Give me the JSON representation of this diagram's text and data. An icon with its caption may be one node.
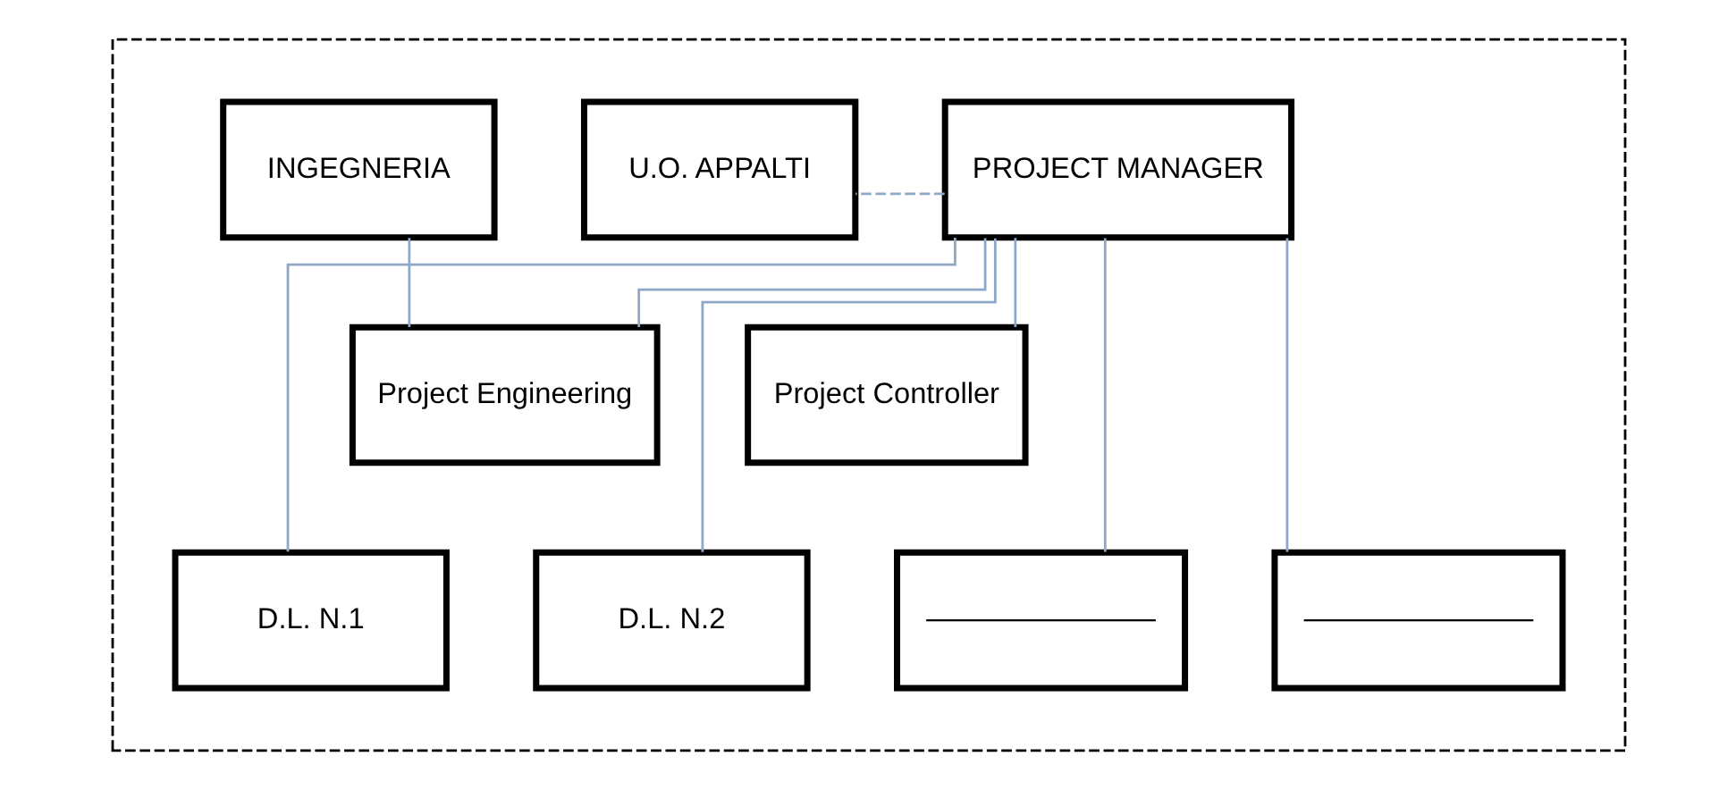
{
  "diagram": {
    "nodes": [
      {
        "text": [],
        "shape": "box"
      },
      {
        "text": [
          "INGEGNERIA"
        ],
        "in": 0
      },
      {
        "text": [
          "PROJECT MANAGER"
        ],
        "in": 0
      },
      {
        "text": [
          "U.O. APPALTI"
        ],
        "in": 0
      },
      {
        "text": [
          "Project Engineering"
        ],
        "in": 0
      },
      {
        "text": [
          "Project Controller"
        ],
        "in": 0
      },
      {
        "text": [
          "D.L. N.1"
        ],
        "in": 0
      },
      {
        "text": [
          "D.L. N.2"
        ],
        "in": 0
      },
      {
        "text": [],
        "shape": "box",
        "in": 0
      },
      {
        "text": [],
        "shape": "box",
        "in": 0
      }
    ],
    "edges": [
      {
        "from": 2,
        "to": 3,
        "arrow": "none",
        "style": "dashed"
      },
      {
        "from": 1,
        "to": 4,
        "arrow": "none"
      },
      {
        "from": 2,
        "to": 4,
        "arrow": "none"
      },
      {
        "from": 2,
        "to": 5,
        "arrow": "none"
      },
      {
        "from": 2,
        "to": 6,
        "arrow": "none"
      },
      {
        "from": 2,
        "to": 7,
        "arrow": "none"
      },
      {
        "from": 2,
        "to": 8,
        "arrow": "none"
      },
      {
        "from": 2,
        "to": 9,
        "arrow": "none"
      }
    ]
  }
}
